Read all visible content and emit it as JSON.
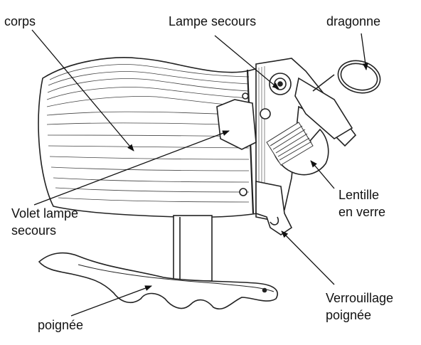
{
  "labels": {
    "corps": "corps",
    "lampe_secours": "Lampe secours",
    "dragonne": "dragonne",
    "lentille_line1": "Lentille",
    "lentille_line2": "en verre",
    "volet_line1": "Volet lampe",
    "volet_line2": "secours",
    "verrou_line1": "Verrouillage",
    "verrou_line2": "poignée",
    "poignee": "poignée"
  },
  "colors": {
    "ink": "#111111",
    "stroke": "#333333",
    "paper": "#ffffff"
  }
}
